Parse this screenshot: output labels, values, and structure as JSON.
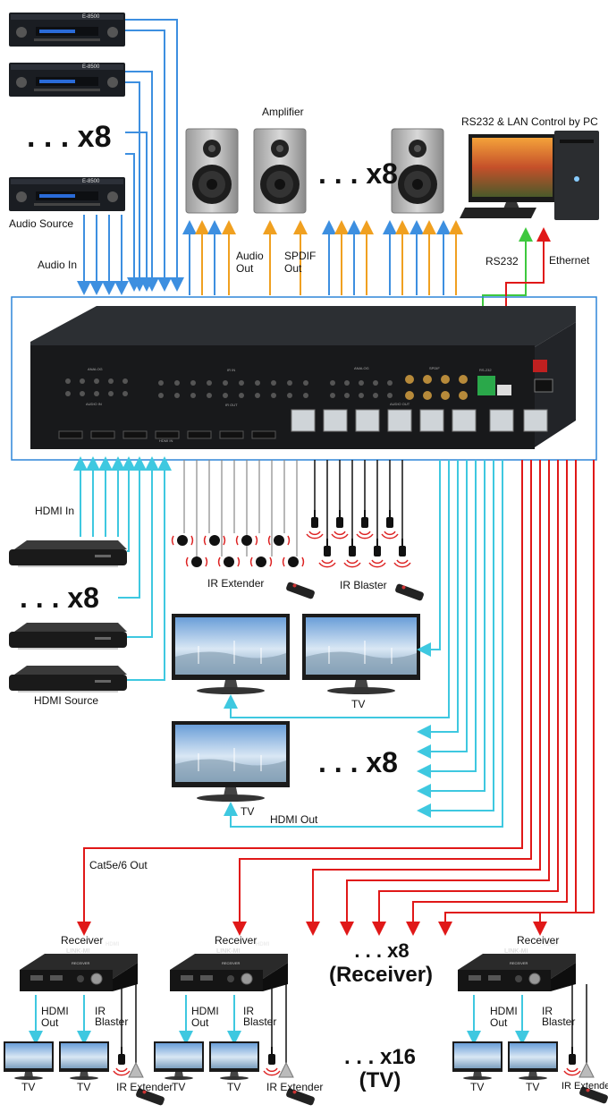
{
  "labels": {
    "audio_source": "Audio Source",
    "audio_in": "Audio In",
    "amplifier": "Amplifier",
    "audio_out": "Audio\nOut",
    "spdif_out": "SPDIF\nOut",
    "rs232_lan_control": "RS232 & LAN Control by PC",
    "rs232": "RS232",
    "ethernet": "Ethernet",
    "hdmi_in": "HDMI In",
    "hdmi_source": "HDMI Source",
    "ir_extender": "IR Extender",
    "ir_blaster": "IR Blaster",
    "tv": "TV",
    "hdmi_out": "HDMI Out",
    "cat_out": "Cat5e/6 Out",
    "receiver": "Receiver",
    "receiver_hdmi_out": "HDMI\nOut",
    "receiver_ir_blaster": "IR\nBlaster",
    "receiver_ir_extender": "IR Extender"
  },
  "multipliers": {
    "audio_sources": ". . . x8",
    "speakers": ". . . x8",
    "hdmi_sources": ". . . x8",
    "tvs": ". . . x8",
    "receivers": ". . . x8",
    "receivers_sub": "(Receiver)",
    "receiver_tvs": ". . . x16",
    "receiver_tvs_sub": "(TV)"
  },
  "device_text": {
    "amp_model": "E-8500",
    "matrix_analog": "ANALOG",
    "matrix_ir_in": "IR IN",
    "matrix_ir_out": "IR OUT",
    "matrix_audio_in": "AUDIO IN",
    "matrix_audio_out": "AUDIO OUT",
    "matrix_spdif": "SPDIF",
    "matrix_hdmi_in": "HDMI IN",
    "matrix_rs232": "RS-232",
    "receiver_brand": "LINK-MI",
    "receiver_hdmi_logo": "HDMI",
    "receiver_model": "RECEIVER"
  },
  "colors": {
    "audio_line": "#3d8fe0",
    "spdif_line": "#f0a020",
    "hdmi_line": "#3ec8e0",
    "cat_line": "#e01818",
    "rs232_line": "#3ec83e",
    "frame": "#2f86d8"
  }
}
